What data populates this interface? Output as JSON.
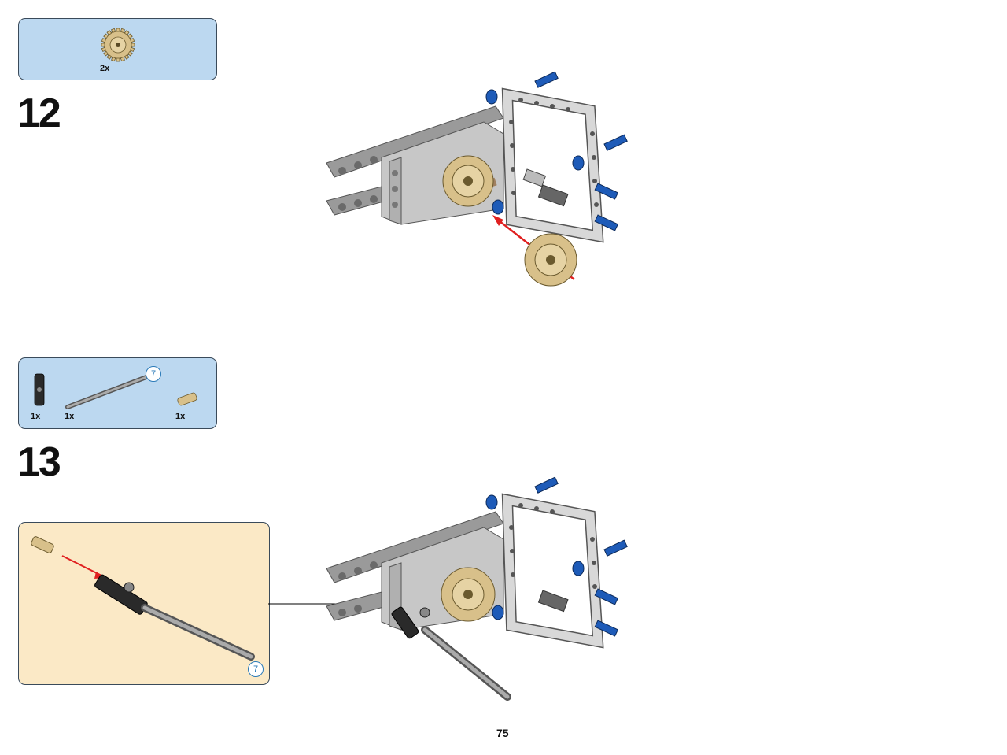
{
  "steps": [
    {
      "number": "12",
      "parts": [
        {
          "name": "tan 20-tooth gear",
          "qty": "2x"
        }
      ]
    },
    {
      "number": "13",
      "parts": [
        {
          "name": "black axle connector",
          "qty": "1x"
        },
        {
          "name": "gray axle",
          "qty": "1x",
          "length": "7"
        },
        {
          "name": "tan axle pin",
          "qty": "1x"
        }
      ],
      "subassembly_length": "7"
    }
  ],
  "page_number": "75",
  "colors": {
    "parts_box": "#bcd8f0",
    "subassembly_box": "#fbe9c6",
    "gear_tan": "#d8c08a",
    "beam_gray": "#a8a8a8",
    "pin_blue": "#1e5bb8",
    "arrow_red": "#e02020"
  }
}
